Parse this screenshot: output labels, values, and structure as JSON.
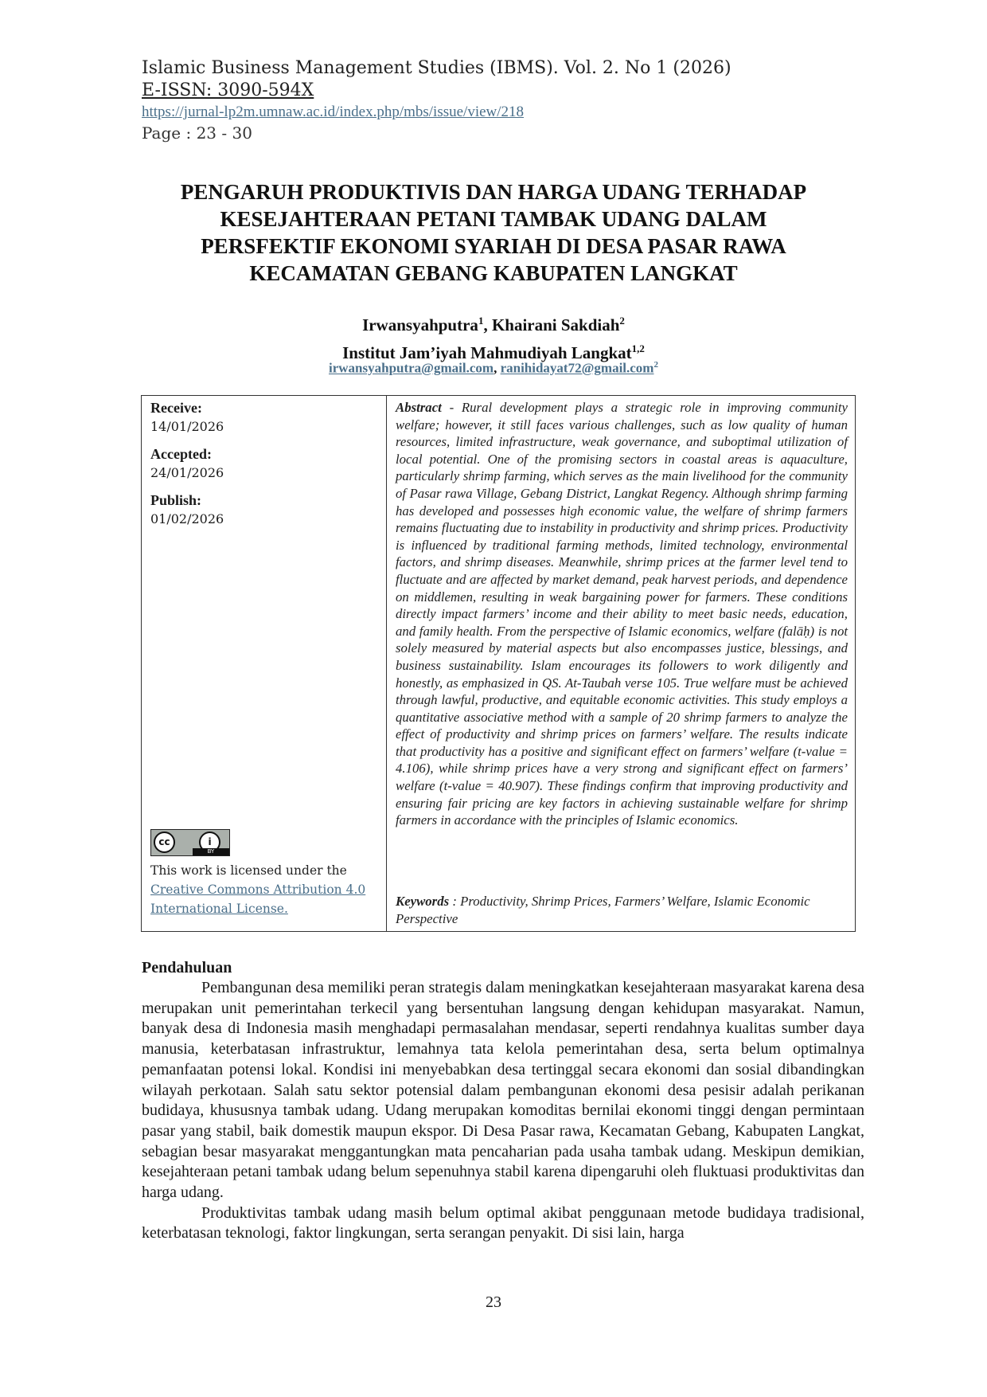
{
  "header": {
    "journal": "Islamic Business Management Studies (IBMS). Vol. 2. No 1 (2026)",
    "issn": "E-ISSN:  3090-594X",
    "url": "https://jurnal-lp2m.umnaw.ac.id/index.php/mbs/issue/view/218",
    "pages": "Page : 23 - 30"
  },
  "title_lines": [
    "PENGARUH PRODUKTIVIS DAN HARGA UDANG TERHADAP",
    "KESEJAHTERAAN PETANI TAMBAK UDANG DALAM",
    "PERSFEKTIF EKONOMI SYARIAH DI DESA PASAR RAWA",
    "KECAMATAN GEBANG KABUPATEN LANGKAT"
  ],
  "authors": {
    "author1": "Irwansyahputra",
    "author1_sup": "1",
    "author2": "Khairani Sakdiah",
    "author2_sup": "2",
    "separator": ", ",
    "affiliation": "Institut Jam’iyah Mahmudiyah Langkat",
    "affiliation_sup": "1,2",
    "email1": "irwansyahputra@gmail.com",
    "email2": "ranihidayat72@gmail.com",
    "email2_sup": "2"
  },
  "dates": {
    "receive_label": "Receive:",
    "receive_value": "14/01/2026",
    "accepted_label": "Accepted:",
    "accepted_value": "24/01/2026",
    "publish_label": "Publish:",
    "publish_value": "01/02/2026"
  },
  "license": {
    "badge_cc": "cc",
    "badge_by_symbol": "i",
    "badge_by": "BY",
    "text": "This work is licensed under  the",
    "link": "Creative Commons Attribution 4.0 International License."
  },
  "abstract": {
    "label": "Abstract",
    "text": " - Rural development plays a strategic role in improving community welfare; however, it still faces various challenges, such as low quality of human resources, limited infrastructure, weak governance, and suboptimal utilization of local potential. One of the promising sectors in coastal areas is aquaculture, particularly shrimp farming, which serves as the main livelihood for the community of Pasar rawa Village, Gebang District, Langkat Regency. Although shrimp farming has developed and possesses high economic value, the welfare of shrimp farmers remains fluctuating due to instability in productivity and shrimp prices. Productivity is influenced by traditional farming methods, limited technology, environmental factors, and shrimp diseases. Meanwhile, shrimp prices at the farmer level tend to fluctuate and are affected by market demand, peak harvest periods, and dependence on middlemen, resulting in weak bargaining power for farmers. These conditions directly impact farmers’ income and their ability to meet basic needs, education, and family health. From the perspective of Islamic economics, welfare (falāḥ) is not solely measured by material aspects but also encompasses justice, blessings, and business sustainability. Islam encourages its followers to work diligently and honestly, as emphasized in QS. At-Taubah verse 105. True welfare must be achieved through lawful, productive, and equitable economic activities. This study employs a quantitative associative method with a sample of 20 shrimp farmers to analyze the effect of productivity and shrimp prices on farmers’ welfare. The results indicate that productivity has a positive and significant effect on farmers’ welfare (t-value = 4.106), while shrimp prices have a very strong and significant effect on farmers’ welfare (t-value = 40.907). These findings confirm that improving productivity and ensuring fair pricing are key factors in achieving sustainable welfare for shrimp farmers in accordance with the principles of Islamic economics.",
    "keywords_label": "Keywords",
    "keywords": " : Productivity, Shrimp Prices, Farmers’ Welfare, Islamic Economic Perspective"
  },
  "intro": {
    "heading": "Pendahuluan",
    "p1": "Pembangunan desa memiliki peran strategis dalam meningkatkan kesejahteraan masyarakat karena desa merupakan unit pemerintahan terkecil yang bersentuhan langsung dengan kehidupan masyarakat. Namun, banyak desa di Indonesia masih menghadapi permasalahan mendasar, seperti rendahnya kualitas sumber daya manusia, keterbatasan infrastruktur, lemahnya tata kelola pemerintahan desa, serta belum optimalnya pemanfaatan potensi lokal. Kondisi ini menyebabkan desa tertinggal secara ekonomi dan sosial dibandingkan wilayah perkotaan. Salah satu sektor potensial dalam pembangunan ekonomi desa pesisir adalah perikanan budidaya, khususnya tambak udang. Udang merupakan komoditas bernilai ekonomi tinggi dengan permintaan pasar yang stabil, baik domestik maupun ekspor. Di Desa Pasar rawa, Kecamatan Gebang, Kabupaten Langkat, sebagian besar masyarakat menggantungkan mata pencaharian pada usaha tambak udang. Meskipun demikian, kesejahteraan petani tambak udang belum sepenuhnya stabil karena dipengaruhi oleh fluktuasi produktivitas dan harga udang.",
    "p2": "Produktivitas tambak udang masih belum optimal akibat penggunaan metode budidaya tradisional, keterbatasan teknologi, faktor lingkungan, serta serangan penyakit. Di sisi lain, harga"
  },
  "page_number": "23"
}
